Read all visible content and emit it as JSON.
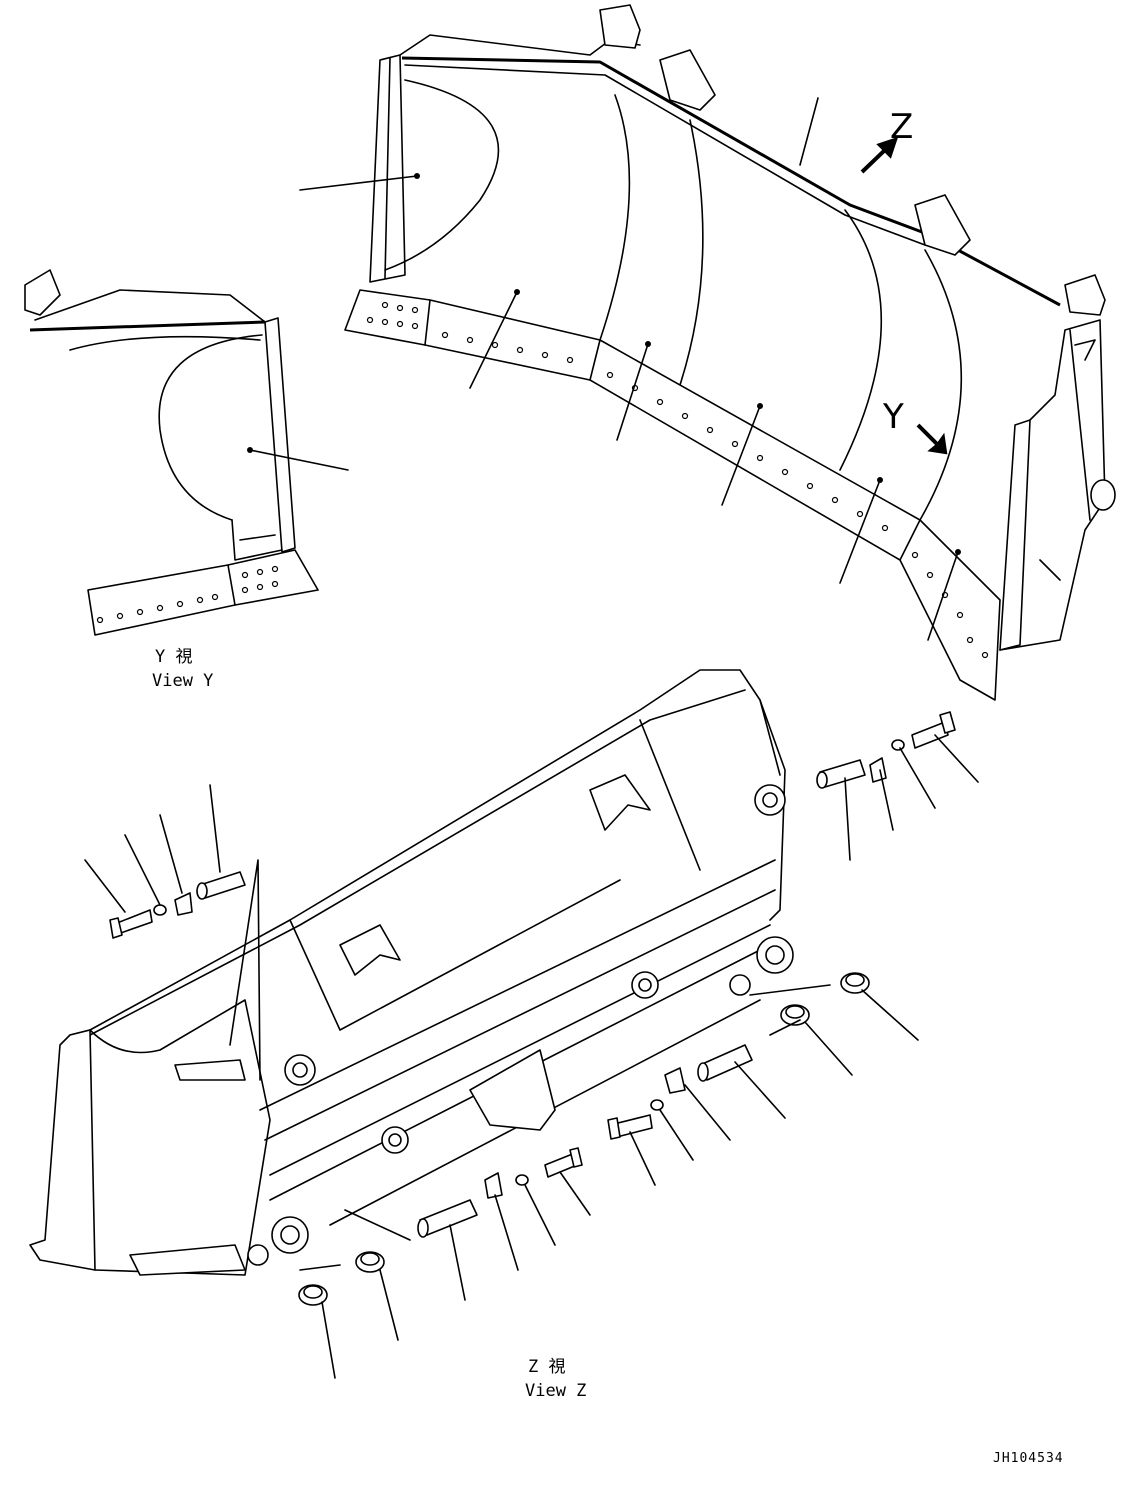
{
  "views": {
    "y": {
      "line1": "Y  視",
      "line2": "View Y"
    },
    "z": {
      "line1": "Z  視",
      "line2": "View Z"
    }
  },
  "arrows": {
    "z_label": "Z",
    "y_label": "Y"
  },
  "drawing_code": "JH104534"
}
